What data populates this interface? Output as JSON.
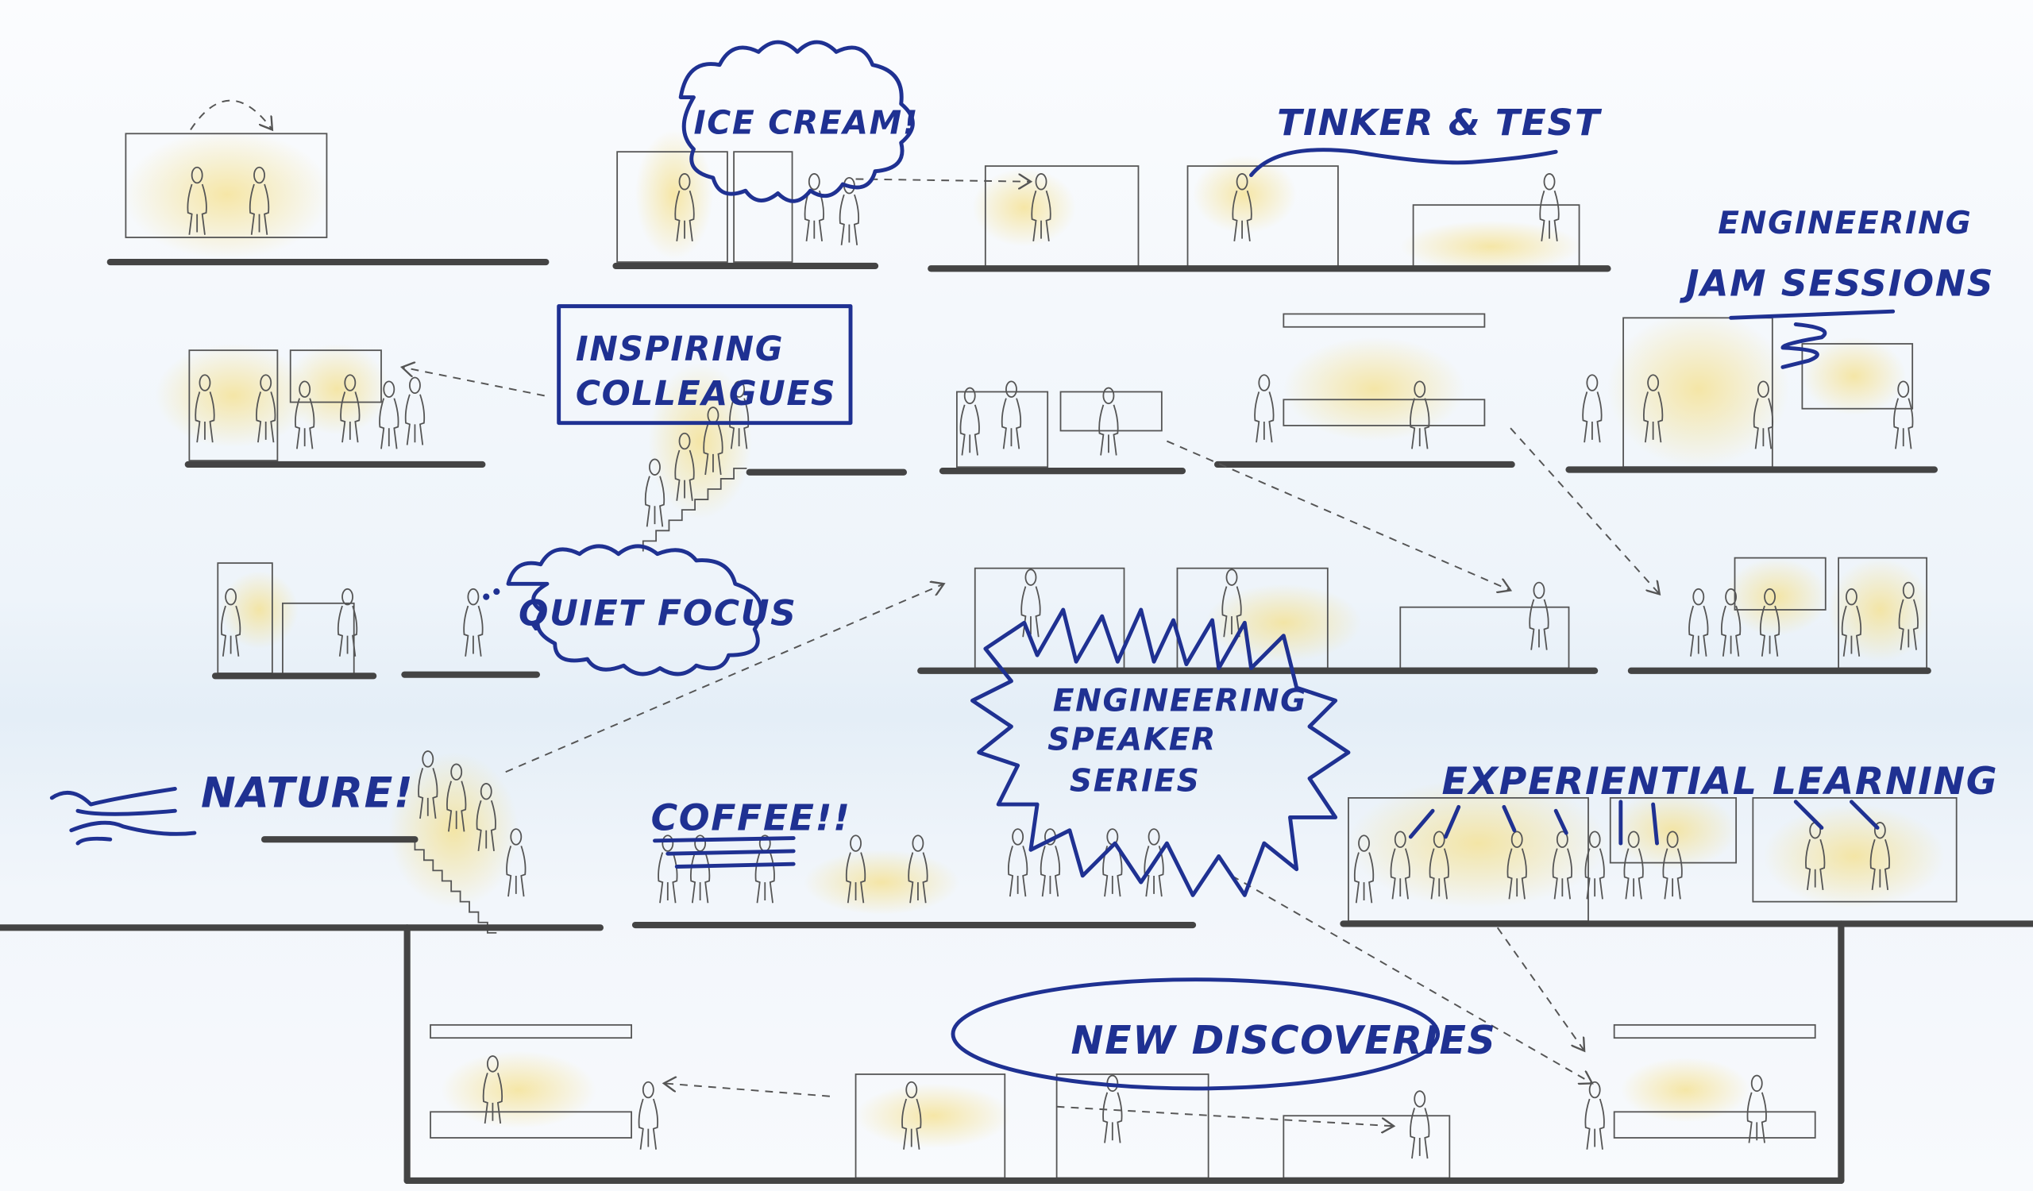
{
  "labels": {
    "ice_cream": "ICE CREAM!",
    "tinker_test": "TINKER & TEST",
    "jam_line1": "ENGINEERING",
    "jam_line2": "JAM SESSIONS",
    "inspiring_line1": "INSPIRING",
    "inspiring_line2": "COLLEAGUES",
    "quiet_focus": "QUIET FOCUS",
    "nature": "NATURE!",
    "coffee": "COFFEE!!",
    "speaker_line1": "ENGINEERING",
    "speaker_line2": "SPEAKER",
    "speaker_line3": "SERIES",
    "experiential": "EXPERIENTIAL LEARNING",
    "discoveries": "NEW DISCOVERIES"
  },
  "colors": {
    "ink_blue": "#1f3192",
    "floor_gray": "#444444",
    "glow_yellow": "#f7e6a0",
    "background": "#f7fafd"
  }
}
